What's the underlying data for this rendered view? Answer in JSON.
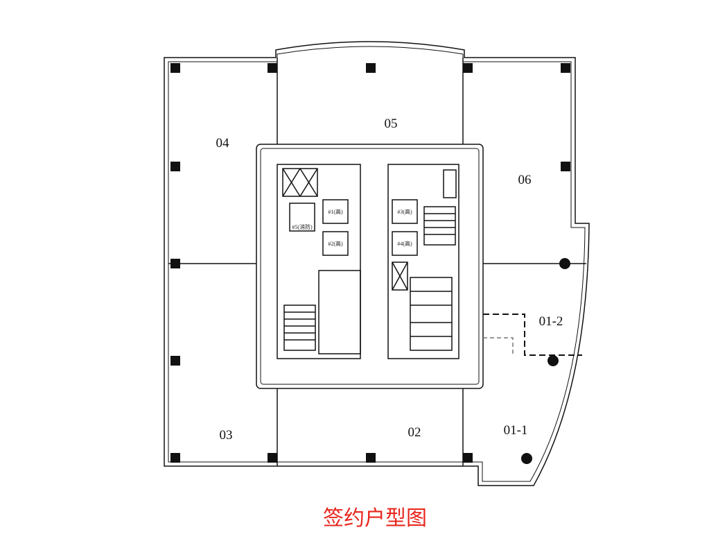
{
  "title": "签约户型图",
  "units": [
    "04",
    "05",
    "06",
    "03",
    "02",
    "01-1",
    "01-2"
  ],
  "elevators": [
    "#1(高)",
    "#2(高)",
    "#3(高)",
    "#4(高)",
    "#5(消防)"
  ],
  "colors": {
    "title": "#e8261c",
    "lines": "#111111"
  }
}
